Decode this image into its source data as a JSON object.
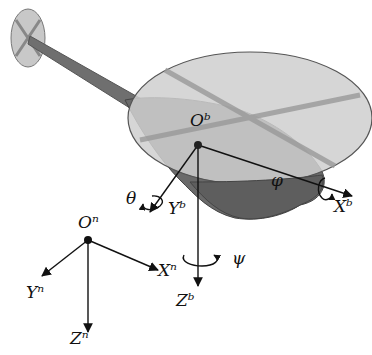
{
  "diagram": {
    "labels": [
      "Oᵇ",
      "θ",
      "Yᵇ",
      "φ",
      "Xᵇ",
      "ψ",
      "Zᵇ",
      "Oⁿ",
      "Yⁿ",
      "Xⁿ",
      "Zⁿ"
    ]
  }
}
